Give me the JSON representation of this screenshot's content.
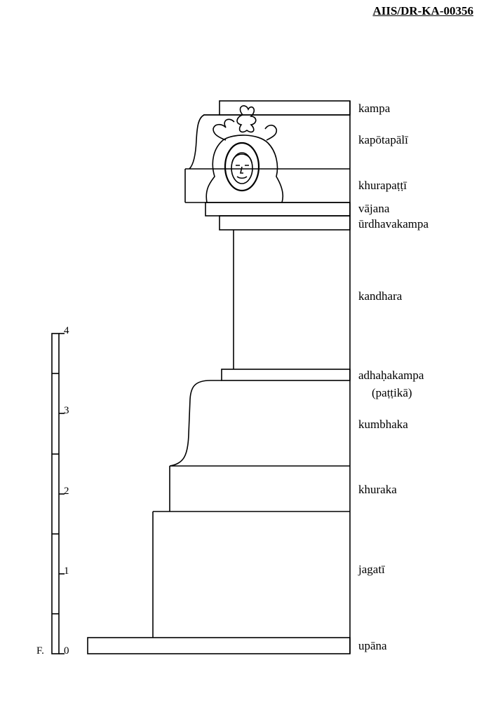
{
  "document": {
    "id": "AIIS/DR-KA-00356"
  },
  "molding_labels": [
    {
      "key": "kampa",
      "text": "kampa"
    },
    {
      "key": "kapotapali",
      "text": "kapōtapālī"
    },
    {
      "key": "khurapatti",
      "text": "khurapaṭṭī"
    },
    {
      "key": "vajana",
      "text": "vājana"
    },
    {
      "key": "urdhavakampa",
      "text": "ūrdhavakampa"
    },
    {
      "key": "kandhara",
      "text": "kandhara"
    },
    {
      "key": "adhahakampa",
      "text": "adhaḥakampa"
    },
    {
      "key": "pattika",
      "text": "(paṭṭikā)"
    },
    {
      "key": "kumbhaka",
      "text": "kumbhaka"
    },
    {
      "key": "khuraka",
      "text": "khuraka"
    },
    {
      "key": "jagati",
      "text": "jagatī"
    },
    {
      "key": "upana",
      "text": "upāna"
    }
  ],
  "scale": {
    "unit_label": "F.",
    "ticks": [
      "0",
      "1",
      "2",
      "3",
      "4"
    ]
  }
}
